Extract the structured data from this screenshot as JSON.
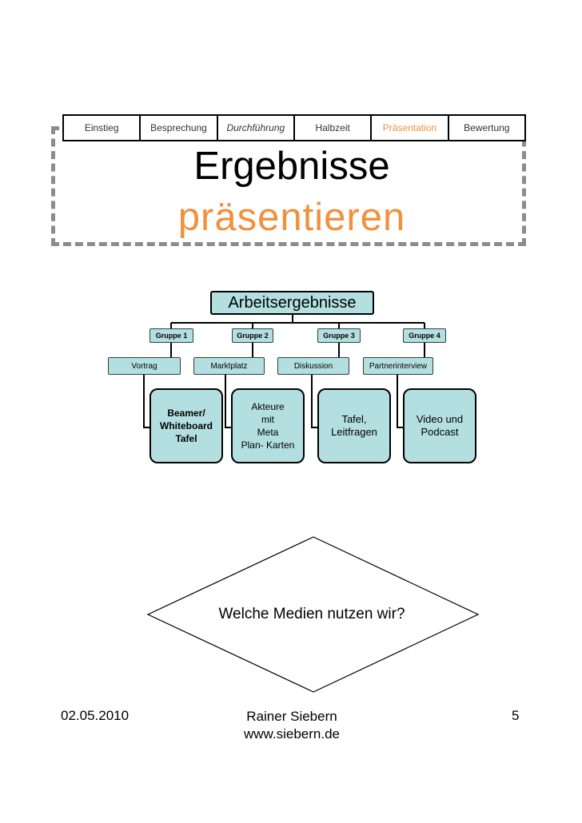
{
  "nav": {
    "tabs": [
      "Einstieg",
      "Besprechung",
      "Durchführung",
      "Halbzeit",
      "Präsentation",
      "Bewertung"
    ]
  },
  "title": {
    "line1": "Ergebnisse",
    "line2": "präsentieren"
  },
  "org": {
    "root": "Arbeitsergebnisse",
    "groups": [
      "Gruppe 1",
      "Gruppe 2",
      "Gruppe 3",
      "Gruppe 4"
    ],
    "methods": [
      "Vortrag",
      "Marktplatz",
      "Diskussion",
      "Partnerinterview"
    ],
    "media": [
      {
        "line1": "Beamer/",
        "line2": "Whiteboard",
        "line3": "Tafel"
      },
      {
        "line1": "Akteure",
        "line2": "mit",
        "line3": "Meta",
        "line4": "Plan- Karten"
      },
      {
        "line1": "Tafel,",
        "line2": "Leitfragen"
      },
      {
        "line1": "Video und",
        "line2": "Podcast"
      }
    ]
  },
  "question": "Welche Medien nutzen wir?",
  "footer": {
    "date": "02.05.2010",
    "author": "Rainer  Siebern",
    "website": "www.siebern.de",
    "page": "5"
  },
  "colors": {
    "accent_orange": "#f0913c",
    "box_fill": "#b4dfe0",
    "frame_gray": "#8c8c8c"
  }
}
